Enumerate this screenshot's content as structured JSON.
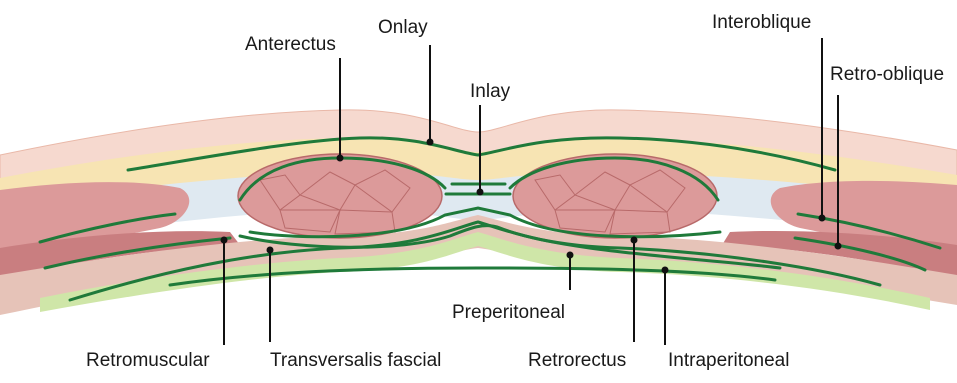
{
  "labels": {
    "anterectus": "Anterectus",
    "onlay": "Onlay",
    "inlay": "Inlay",
    "interoblique": "Interoblique",
    "retro_oblique": "Retro-oblique",
    "preperitoneal": "Preperitoneal",
    "retromuscular": "Retromuscular",
    "transversalis": "Transversalis fascial",
    "retrorectus": "Retrorectus",
    "intraperitoneal": "Intraperitoneal"
  },
  "colors": {
    "skin": "#f6d9cf",
    "fat": "#f7e4b3",
    "fascia": "#dfe9f1",
    "muscle": "#dc9a9a",
    "muscle_dark": "#c97e80",
    "mesh": "#1f7a3a",
    "peritoneum": "#cfe6a8",
    "leader": "#111111"
  }
}
